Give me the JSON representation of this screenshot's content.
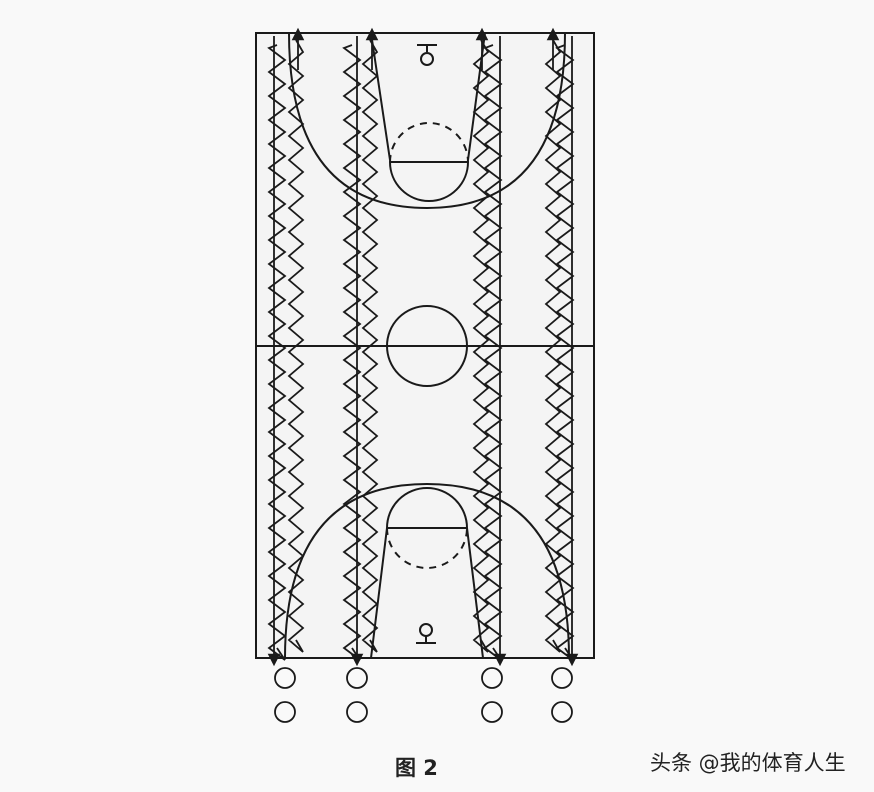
{
  "figure": {
    "caption": "图 2",
    "watermark": "头条 @我的体育人生"
  },
  "colors": {
    "line": "#1a1a1a",
    "background": "#f9f9f9",
    "court": "#f4f4f4"
  },
  "drill": {
    "lanes": 4,
    "players_per_lane": 2
  }
}
